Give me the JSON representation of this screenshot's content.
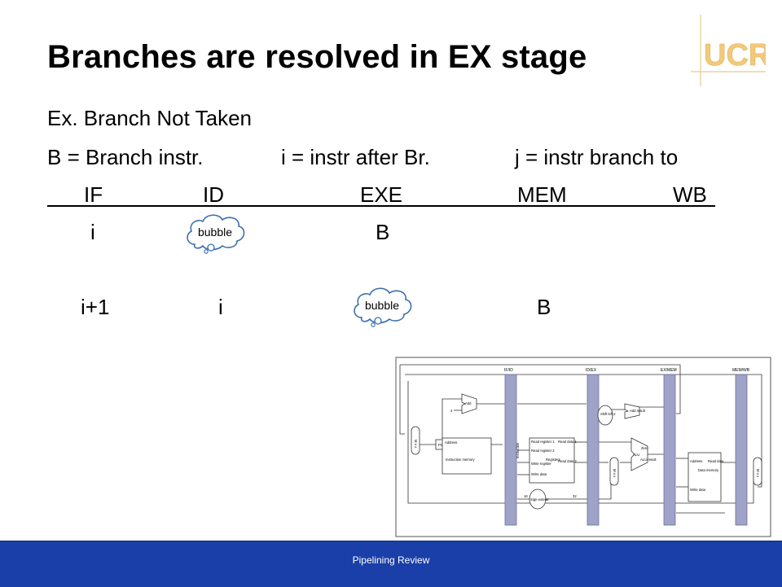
{
  "slide": {
    "title": "Branches are resolved in EX stage",
    "logo_text": "UCR",
    "example_line": "Ex. Branch Not Taken",
    "legend": {
      "b": "B = Branch instr.",
      "i": "i = instr after Br.",
      "j": "j = instr branch to"
    },
    "stages": [
      "IF",
      "ID",
      "EXE",
      "MEM",
      "WB"
    ],
    "row1": {
      "if": "i",
      "bubble": "bubble",
      "exe": "B"
    },
    "row2": {
      "if": "i+1",
      "id": "i",
      "bubble": "bubble",
      "mem": "B"
    },
    "datapath_labels": {
      "if_id": "IF/ID",
      "id_ex": "ID/EX",
      "ex_mem": "EX/MEM",
      "mem_wb": "MEM/WB",
      "add": "Add",
      "add_result": "Add result",
      "shift": "Shift left 2",
      "pc": "PC",
      "address": "Address",
      "instruction_memory": "Instruction memory",
      "read_reg1": "Read register 1",
      "read_reg2": "Read register 2",
      "write_reg": "Write register",
      "write_data": "Write data",
      "registers": "Registers",
      "read_data1": "Read data 1",
      "read_data2": "Read data 2",
      "alu": "ALU",
      "zero": "Zero",
      "alu_result": "ALU result",
      "data_address": "Address",
      "read_data": "Read data",
      "data_memory": "Data memory",
      "dm_write_data": "Write data",
      "sign_extend": "Sign-extend",
      "n16": "16",
      "n32": "32",
      "four": "4",
      "mux": "M u x",
      "instruction": "Instruction"
    },
    "footer": "Pipelining Review",
    "colors": {
      "footer": "#1a3fa8",
      "pipeline_register": "#9fa3c8",
      "logo": "#f0c070"
    }
  }
}
